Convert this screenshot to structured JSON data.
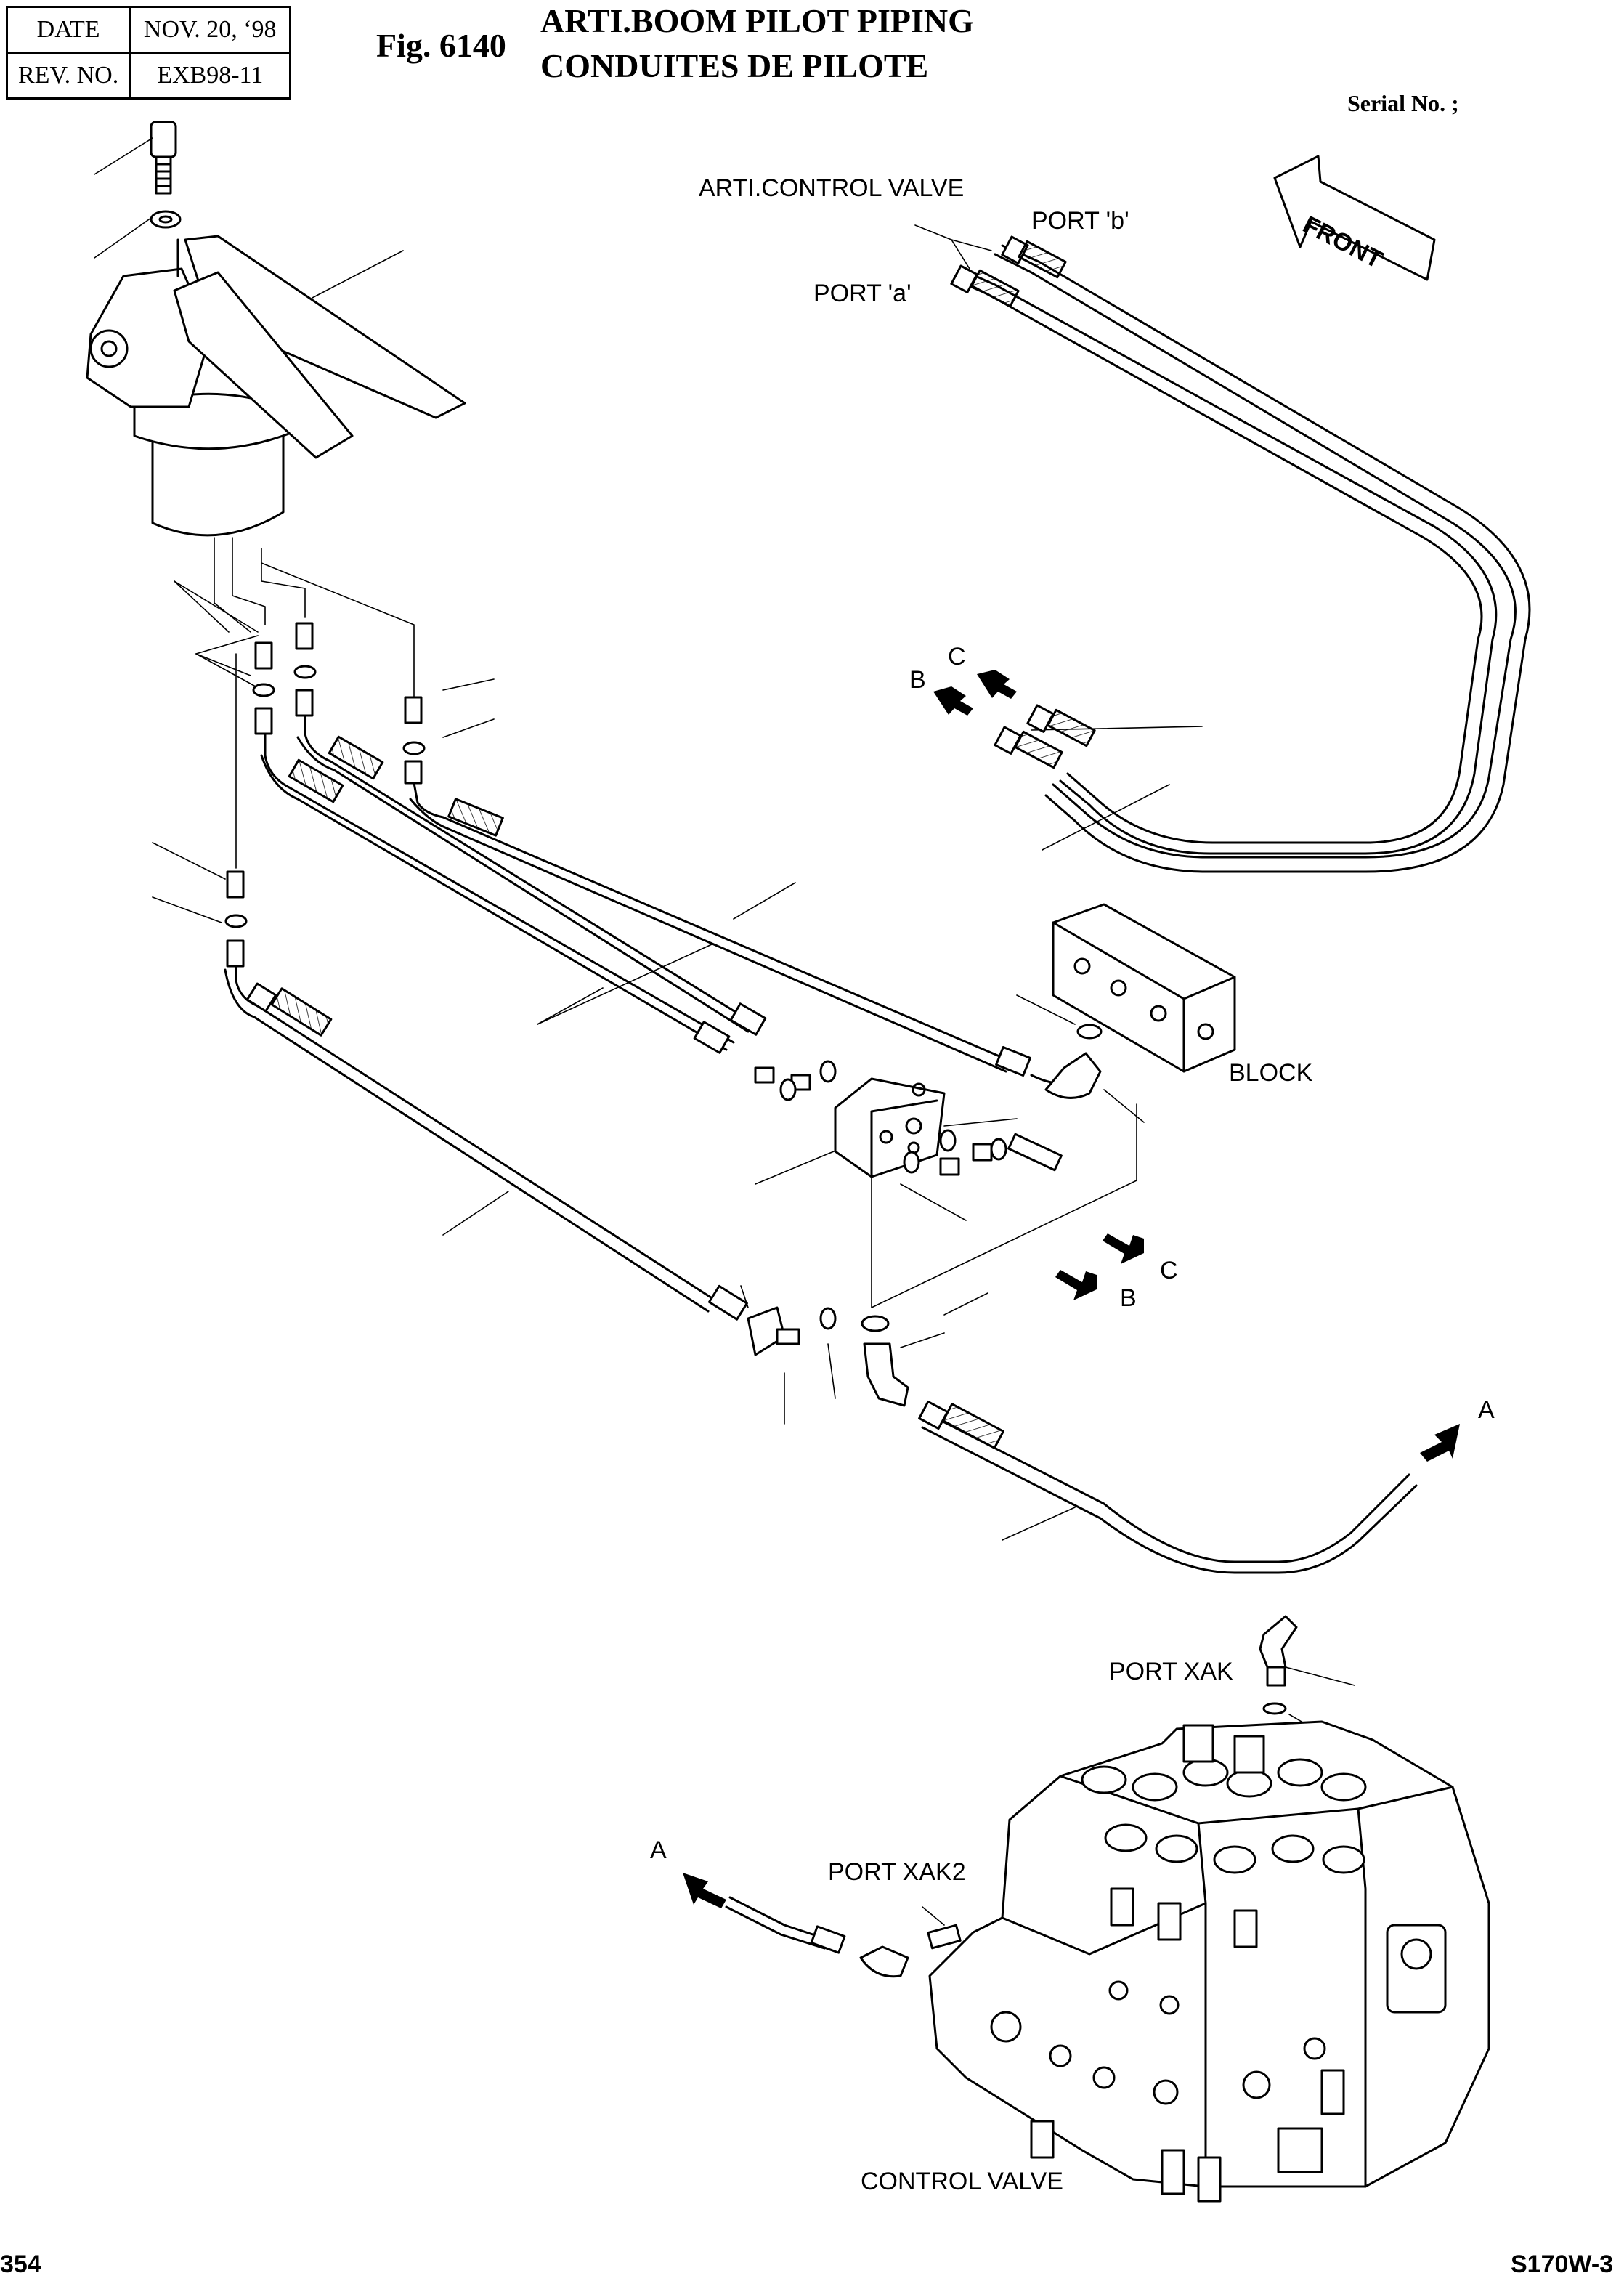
{
  "header": {
    "date_label": "DATE",
    "date_value": "NOV. 20, ‘98",
    "rev_label": "REV. NO.",
    "rev_value": "EXB98-11"
  },
  "figure": {
    "number": "Fig. 6140",
    "title_en": "ARTI.BOOM PILOT PIPING",
    "title_fr": "CONDUITES DE PILOTE",
    "serial": "Serial No. ;"
  },
  "labels": {
    "arti_control_valve": "ARTI.CONTROL VALVE",
    "port_b": "PORT 'b'",
    "port_a": "PORT 'a'",
    "front": "FRONT",
    "block": "BLOCK",
    "flow_a": "A",
    "flow_b": "B",
    "flow_c": "C",
    "port_xak": "PORT XAK",
    "port_xak2": "PORT XAK2",
    "control_valve": "CONTROL VALVE"
  },
  "footer": {
    "page_number": "354",
    "model": "S170W-3"
  }
}
